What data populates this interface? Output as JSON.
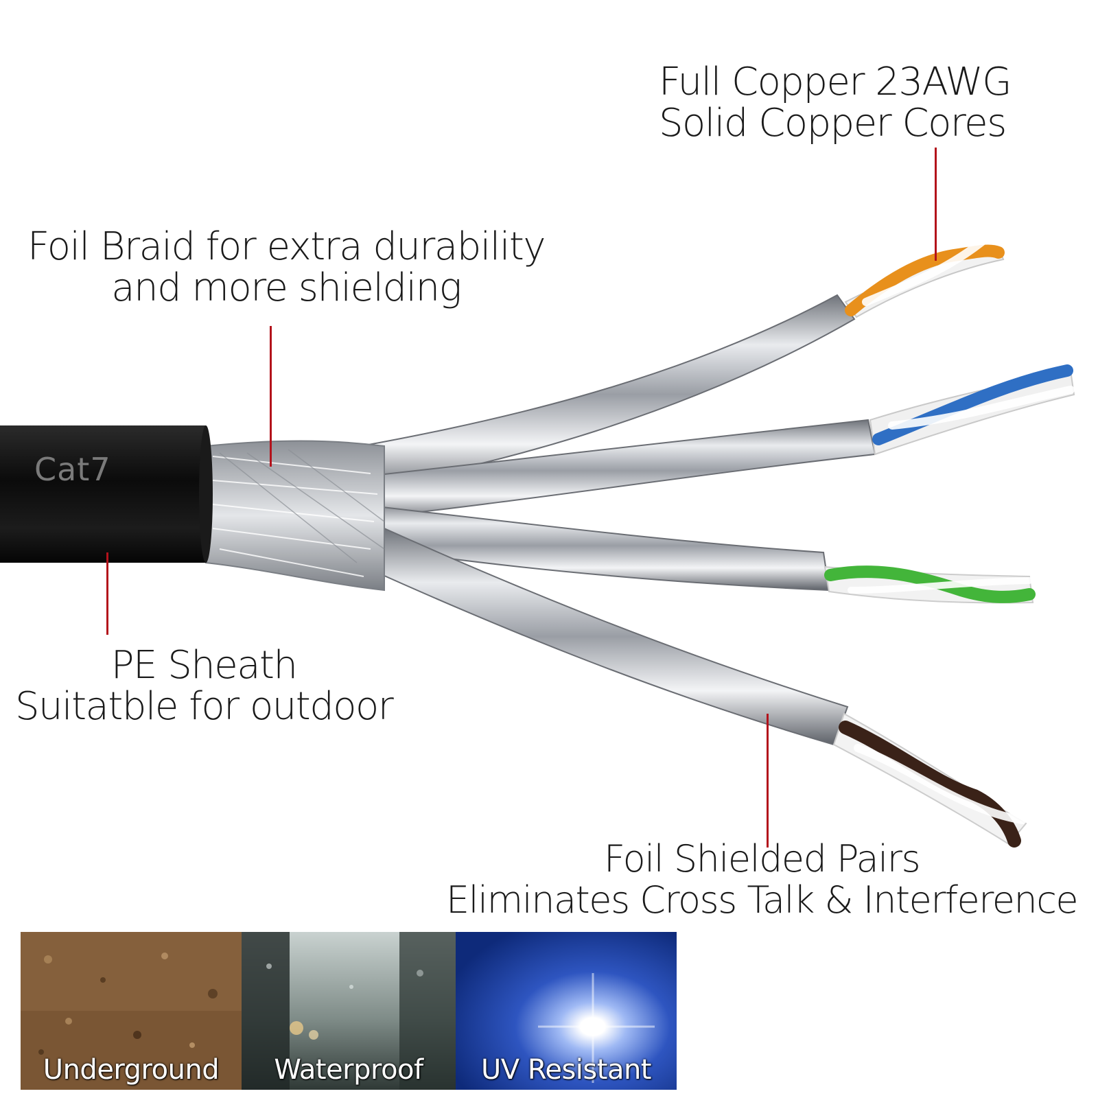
{
  "cable": {
    "sheath_print": "Cat7",
    "colors": {
      "sheath": "#111111",
      "foil": "#c9ccd1",
      "leader_line": "#b3121b",
      "pair_orange": "#e8901c",
      "pair_blue": "#2f6fc4",
      "pair_green": "#43b53a",
      "pair_brown": "#3a2218"
    }
  },
  "callouts": {
    "copper": {
      "line1": "Full Copper 23AWG",
      "line2": "Solid Copper Cores"
    },
    "braid": {
      "line1": "Foil Braid for extra durability",
      "line2": "and more shielding"
    },
    "sheath": {
      "line1": "PE Sheath",
      "line2": "Suitatble for outdoor"
    },
    "pairs": {
      "line1": "Foil Shielded Pairs",
      "line2": "Eliminates Cross Talk & Interference"
    }
  },
  "features": [
    {
      "label": "Underground",
      "icon": "soil-photo"
    },
    {
      "label": "Waterproof",
      "icon": "rain-window-photo"
    },
    {
      "label": "UV Resistant",
      "icon": "sun-glare-photo"
    }
  ]
}
